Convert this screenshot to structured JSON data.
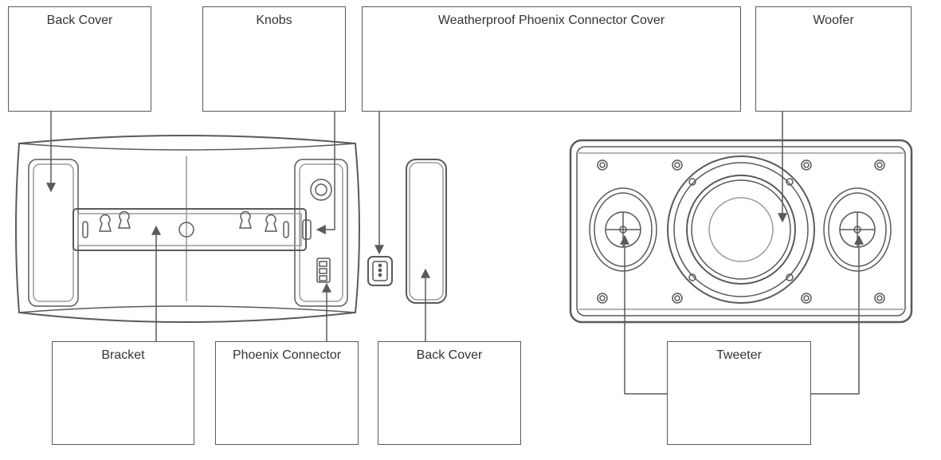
{
  "labels": {
    "back_cover_top": "Back Cover",
    "knobs": "Knobs",
    "weatherproof_cover": "Weatherproof Phoenix Connector Cover",
    "woofer": "Woofer",
    "bracket": "Bracket",
    "phoenix_connector": "Phoenix Connector",
    "back_cover_bottom": "Back Cover",
    "tweeter": "Tweeter"
  },
  "colors": {
    "line": "#5a5a5a",
    "text": "#333333",
    "background": "#ffffff"
  }
}
